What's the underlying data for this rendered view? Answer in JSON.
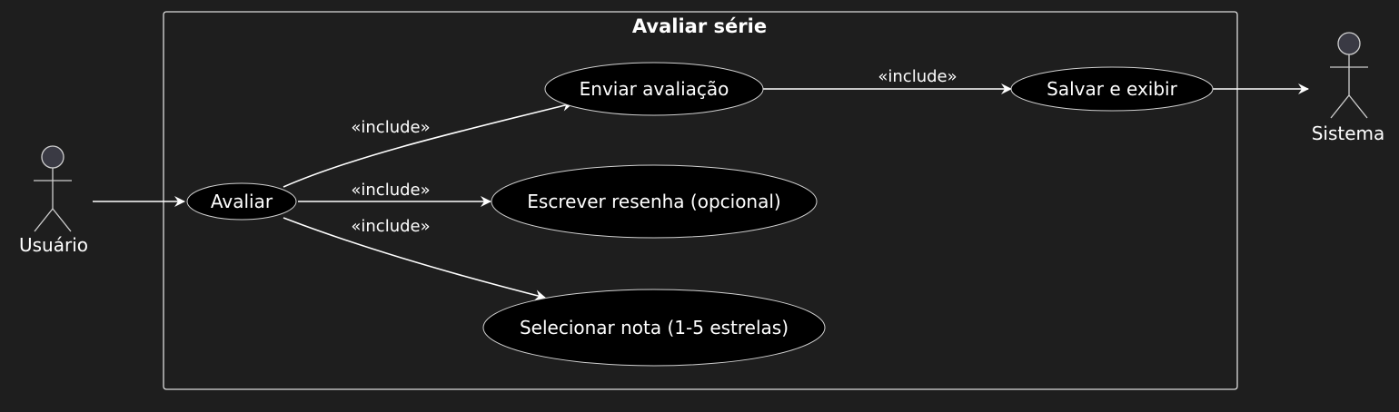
{
  "diagram": {
    "title": "Avaliar série",
    "actors": {
      "user": "Usuário",
      "system": "Sistema"
    },
    "use_cases": {
      "avaliar": "Avaliar",
      "enviar": "Enviar avaliação",
      "escrever": "Escrever resenha (opcional)",
      "selecionar": "Selecionar nota (1-5 estrelas)",
      "salvar": "Salvar e exibir"
    },
    "relations": {
      "avaliar_enviar": "«include»",
      "avaliar_escrever": "«include»",
      "avaliar_selecionar": "«include»",
      "enviar_salvar": "«include»"
    }
  },
  "colors": {
    "background": "#1e1e1e",
    "use_case_fill": "#000000",
    "line": "#ffffff",
    "text": "#ffffff"
  }
}
